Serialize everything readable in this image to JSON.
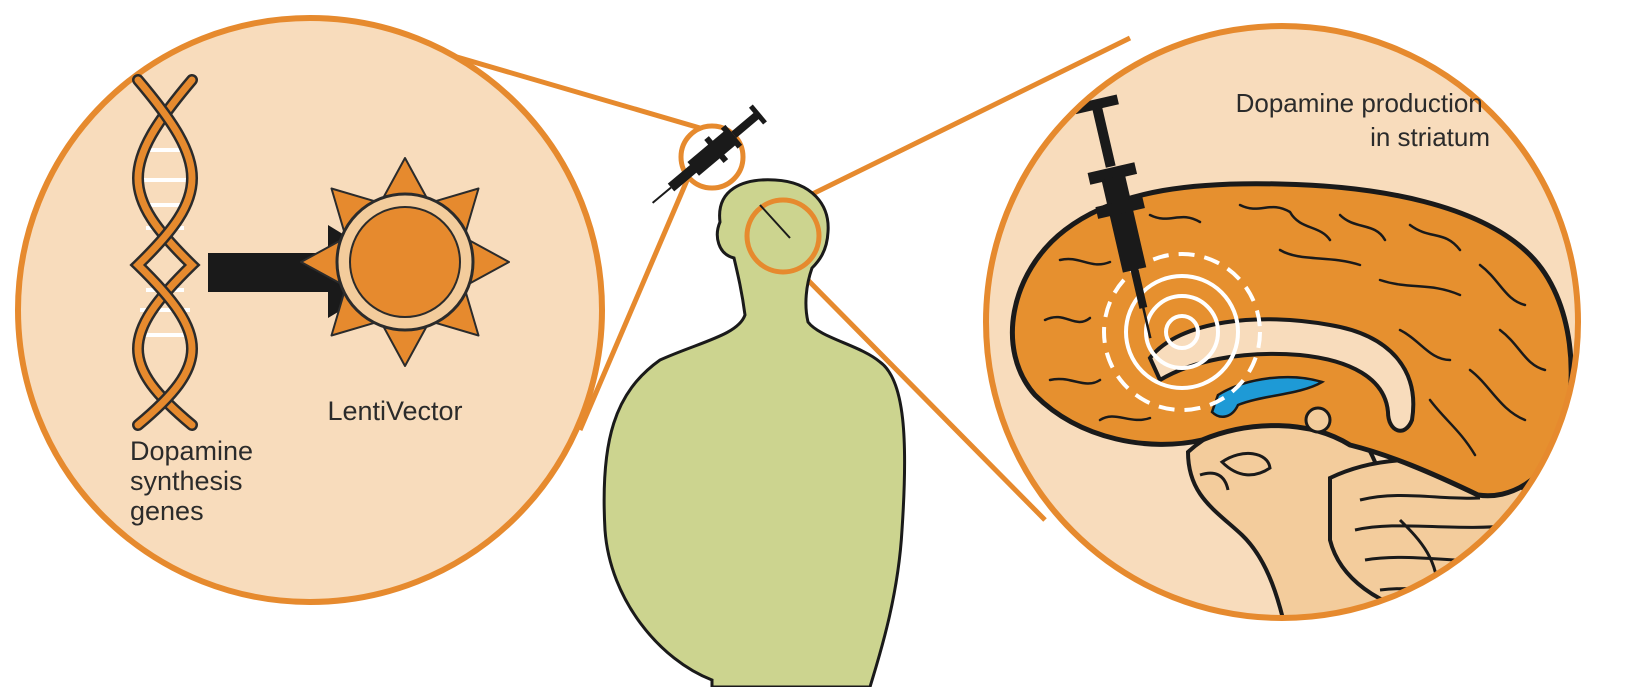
{
  "labels": {
    "genes": [
      "Dopamine",
      "synthesis",
      "genes"
    ],
    "vector": "LentiVector",
    "production": [
      "Dopamine production",
      "in striatum"
    ]
  },
  "colors": {
    "orange": "#e68a2e",
    "peach": "#f8dcbc",
    "body_green": "#ccd48f",
    "brain_orange": "#e6902f",
    "brainstem": "#f3cc9c",
    "ventricle_blue": "#1e9ad6",
    "ink": "#1a1a1a"
  }
}
